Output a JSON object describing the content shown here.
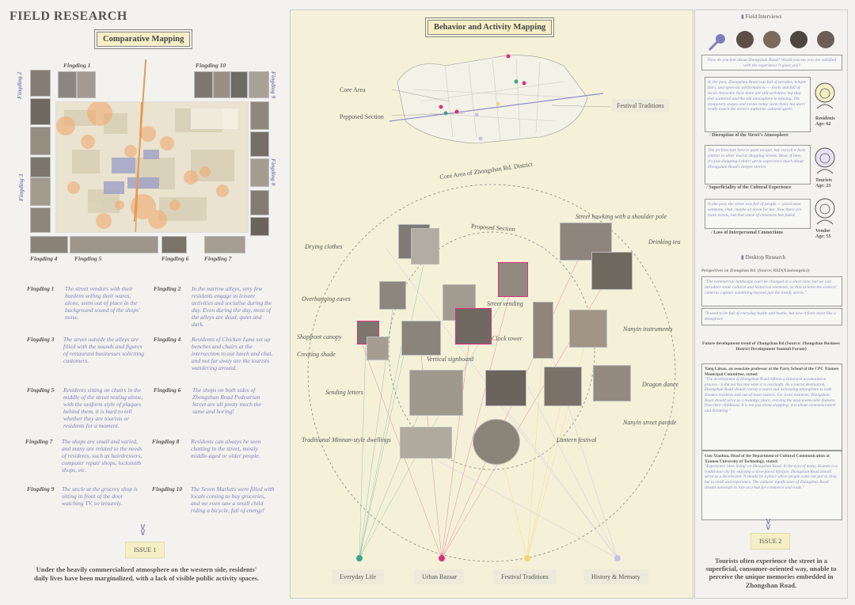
{
  "left": {
    "title": "FIELD RESEARCH",
    "subtitle": "Comparative Mapping",
    "photo_labels": [
      "Fingding 1",
      "Fingding 10",
      "Fingding 2",
      "Fingding 9",
      "Fingding 3",
      "Fingding 8",
      "Fingding 4",
      "Fingding 5",
      "Fingding 6",
      "Fingding 7"
    ],
    "findings": [
      {
        "key": "Fingding 1",
        "text": "The street vendors with their burdens selling their wares, alone, seem out of place in the background sound of the shops' noise."
      },
      {
        "key": "Fingding 2",
        "text": "In the narrow alleys, very few residents engage in leisure activities and socialise during the day. Even during the day, most of the alleys are dead, quiet and dark."
      },
      {
        "key": "Fingding 3",
        "text": "The street outside the alleys are filled with the sounds and figures of restaurant businesses soliciting customers."
      },
      {
        "key": "Fingding 4",
        "text": "Residents of Chicken Lane set up benches and chairs at the intersection to eat lunch and chat, and not far away are the tourists wandering around."
      },
      {
        "key": "Fingding 5",
        "text": "Residents sitting on chairs in the middle of the street resting alone, with the uniform style of plaques behind them, it is hard to tell whether they are tourists or residents for a moment."
      },
      {
        "key": "Fingding 6",
        "text": "The shops on both sides of Zhongshan Road Pedestrian Street are all pretty much the same and boring!"
      },
      {
        "key": "Fingding 7",
        "text": "The shops are small and varied, and many are related to the needs of residents, such as hairdressers, computer repair shops, locksmith shops, etc."
      },
      {
        "key": "Fingding 8",
        "text": "Residents can always be seen chatting in the street, mostly middle-aged or older people."
      },
      {
        "key": "Fingding 9",
        "text": "The uncle at the grocery shop is sitting in front of the door watching TV, so leisurely."
      },
      {
        "key": "Fingding 10",
        "text": "The Seven Markets were filled with locals coming to buy groceries, and we even saw a small child riding a bicycle, full of energy!"
      }
    ],
    "issue": "ISSUE 1",
    "conclusion": "Under the heavily commercialized atmosphere on the western side, residents' daily lives have been marginalized, with a lack of visible public activity spaces."
  },
  "middle": {
    "title": "Behavior and Activity Mapping",
    "core_area": "Core Area",
    "proposed": "Prpposed Section",
    "festival_top": "Festival Traditions",
    "ring_outer": "Core Area of Zhongshan Rd. District",
    "ring_inner": "Proposed Section",
    "activities": [
      "Street hawking with a shoulder pole",
      "Drinking tea",
      "Drying clothes",
      "Overhanging eaves",
      "Street vending",
      "Shopfront canopy",
      "Creating shade",
      "Clock tower",
      "Nanyin instruments",
      "Vertical signboard",
      "Sending letters",
      "Dragon dance",
      "Nanyin street parade",
      "Traditional Minnan-style dwellings",
      "Lantern festival"
    ],
    "categories": [
      {
        "label": "Everyday Life",
        "color": "#3aa58a"
      },
      {
        "label": "Urban Bazaar",
        "color": "#d6317c"
      },
      {
        "label": "Festival Traditions",
        "color": "#f0d878"
      },
      {
        "label": "History & Memory",
        "color": "#c8c2e6"
      }
    ]
  },
  "right": {
    "interviews_title": "Field Interviews",
    "question": "How do you feel about Zhongshan Road? Would you say you are satisfied with the experience it gives you?",
    "quotes": [
      {
        "text": "In the past, Zhongshan Road was full of parades, temple fairs, and open-air performances — lively and full of local character. Now there are still activities, but they feel scattered and the old atmosphere is missing. The temporary stages and events today seem lively but don't really match the street's authentic cultural spirit.",
        "who": "Residents",
        "age": "Age: 62",
        "issue": "Disruption of the Street's Atmosphere"
      },
      {
        "text": "The architecture here is quite unique, but overall it feels similar to other tourist shopping streets. Most of time, it's just shopping-I didn't get to experience much about Zhongshan Road's deeper stories.",
        "who": "Tourists",
        "age": "Age: 23",
        "issue": "Superficiality of the Cultural Experience"
      },
      {
        "text": "In the past, the street was full of people — you'd meet someone, chat, maybe sit down for tea. Now there are more events, but that sense of closeness has faded.",
        "who": "Vendor",
        "age": "Age: 55",
        "issue": "Loss of Interpersonal Connections"
      }
    ],
    "desktop_title": "Desktop Research",
    "perspectives": "Perspectives on Zhongshan Rd. (Source: RED(Xiaohongshu))",
    "rq1": "\"The commercial landscape can't be changed in a short time, but we can introduce some cultural and historical elements, so that at least the visitors' cameras capture something beyond just the trendy stores.\"",
    "rq2": "\"It used to be full of everyday hustle and bustle, but now it feels more like a showpiece",
    "trend": "Future development trend of Zhongshan Rd (Source: Zhongshan Business District Development Summit Forum)",
    "e1_head": "Yang Limao, an associate professor at the Party School of the CPC Xiamen Municipal Committee, stated:",
    "e1_text": "\"The development of Zhongshan Road reflects a historical accumulation process - it did not become what it is overnight. As a tourist destination, Zhongshan Road should convey a warm and welcoming atmosphere to both Xiamen residents and out-of-town visitors. For local residents, Zhongshan Road should serve as a nostalgic place, reviving the most memorable features from their childhood. It is not just about shopping; it is about commemoration and dreaming.\"",
    "e2_head": "Guo Xiaohua, Head of the Department of Cultural Communication at Xiamen University of Technology, stated:",
    "e2_text": "\"Experience 'slow living' on Zhongshan Road. In the eyes of many, Xiamen is a traditional city for enjoying a slow-paced lifestyle. Zhongshan Road should serve as a decelerator. It should be a place where people come not just to shop but to stroll and experience. The cultural significance of Zhongshan Road should outweigh its role as a hub for commerce and trade.\"",
    "issue": "ISSUE 2",
    "conclusion": "Tourists often experience the street in a superficial, consumer-oriented way, unable to perceive the unique memories embedded in Zhongshan Road."
  }
}
